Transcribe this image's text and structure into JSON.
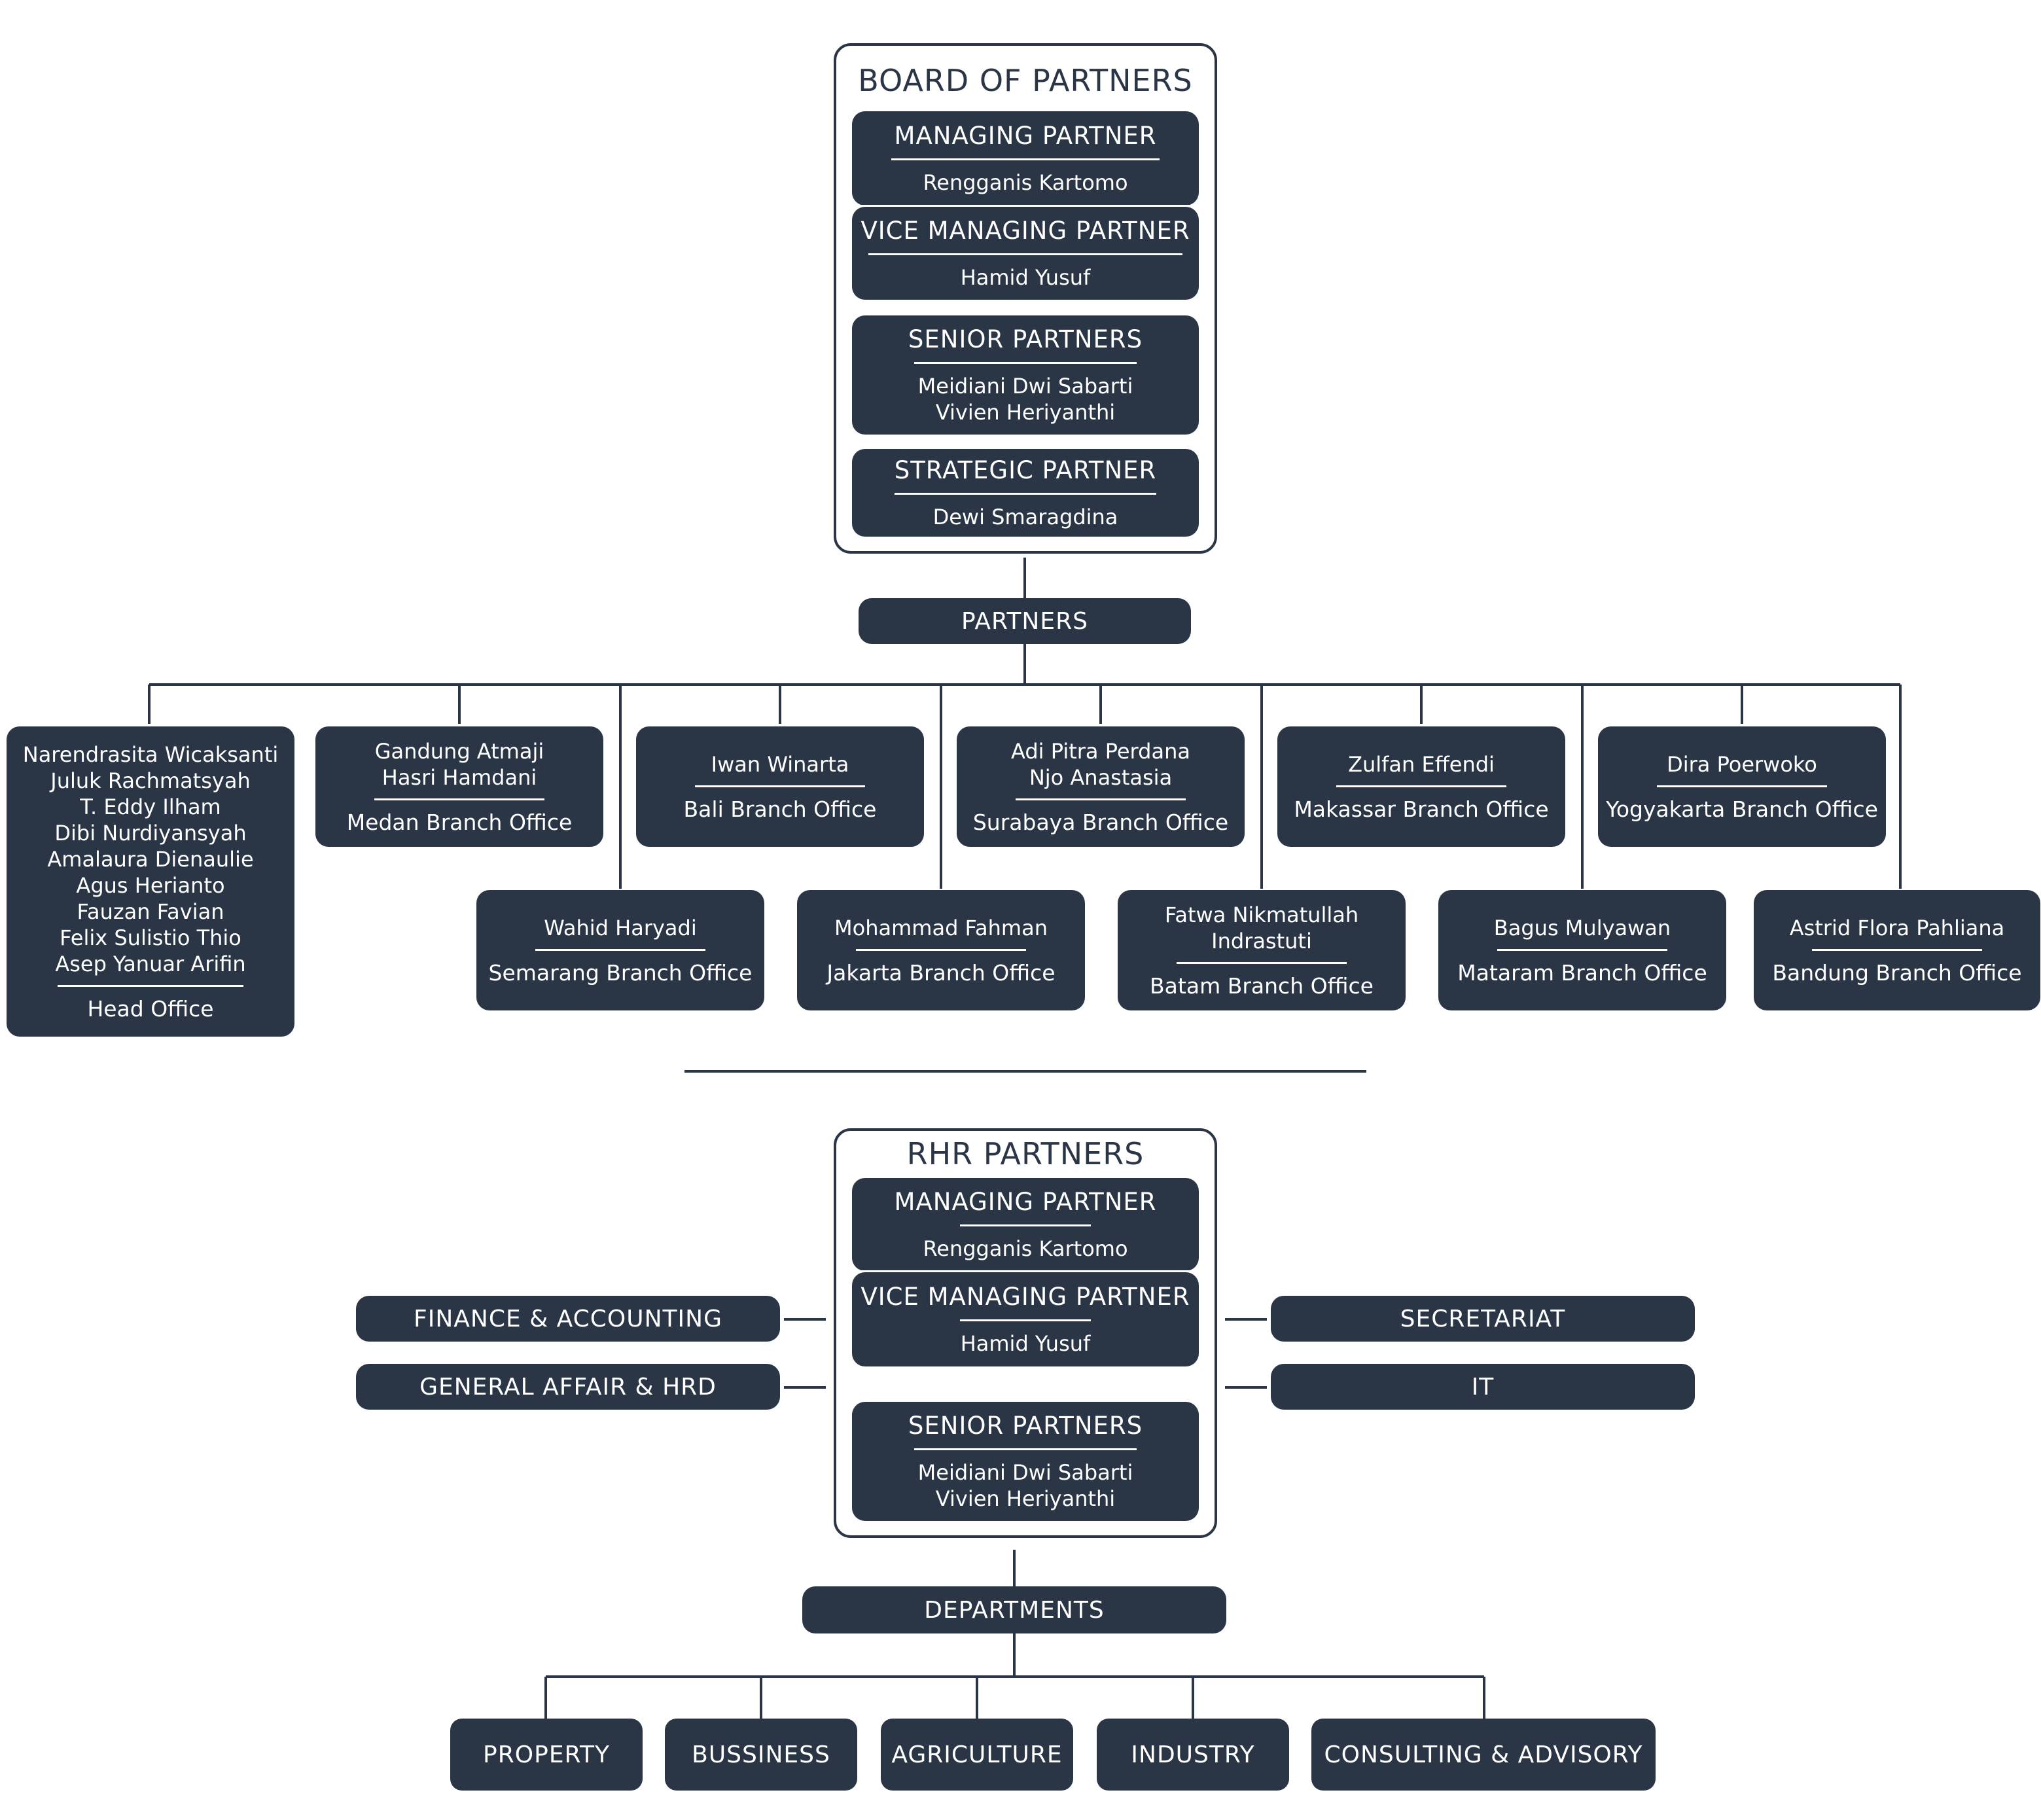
{
  "board": {
    "title": "BOARD OF PARTNERS",
    "managing_role": "MANAGING PARTNER",
    "managing_name": "Rengganis Kartomo",
    "vice_role": "VICE MANAGING PARTNER",
    "vice_name": "Hamid Yusuf",
    "senior_role": "SENIOR PARTNERS",
    "senior_names": [
      "Meidiani Dwi Sabarti",
      "Vivien Heriyanthi"
    ],
    "strategic_role": "STRATEGIC PARTNER",
    "strategic_name": "Dewi Smaragdina"
  },
  "partners_label": "PARTNERS",
  "offices": [
    {
      "names": [
        "Narendrasita Wicaksanti",
        "Juluk Rachmatsyah",
        "T. Eddy Ilham",
        "Dibi Nurdiyansyah",
        "Amalaura Dienaulie",
        "Agus Herianto",
        "Fauzan Favian",
        "Felix Sulistio Thio",
        "Asep Yanuar Arifin"
      ],
      "office": "Head Office"
    },
    {
      "names": [
        "Gandung Atmaji",
        "Hasri Hamdani"
      ],
      "office": "Medan Branch Office"
    },
    {
      "names": [
        "Iwan Winarta"
      ],
      "office": "Bali Branch Office"
    },
    {
      "names": [
        "Adi Pitra Perdana",
        "Njo Anastasia"
      ],
      "office": "Surabaya Branch Office"
    },
    {
      "names": [
        "Zulfan Effendi"
      ],
      "office": "Makassar Branch Office"
    },
    {
      "names": [
        "Dira Poerwoko"
      ],
      "office": "Yogyakarta Branch Office"
    },
    {
      "names": [
        "Wahid Haryadi"
      ],
      "office": "Semarang Branch Office"
    },
    {
      "names": [
        "Mohammad Fahman"
      ],
      "office": "Jakarta Branch Office"
    },
    {
      "names": [
        "Fatwa Nikmatullah",
        "Indrastuti"
      ],
      "office": "Batam Branch Office"
    },
    {
      "names": [
        "Bagus Mulyawan"
      ],
      "office": "Mataram Branch Office"
    },
    {
      "names": [
        "Astrid Flora Pahliana"
      ],
      "office": "Bandung Branch Office"
    }
  ],
  "rhr": {
    "title": "RHR PARTNERS",
    "managing_role": "MANAGING PARTNER",
    "managing_name": "Rengganis Kartomo",
    "vice_role": "VICE MANAGING PARTNER",
    "vice_name": "Hamid Yusuf",
    "senior_role": "SENIOR PARTNERS",
    "senior_names": [
      "Meidiani Dwi Sabarti",
      "Vivien Heriyanthi"
    ]
  },
  "support_units": {
    "left": [
      "FINANCE & ACCOUNTING",
      "GENERAL AFFAIR & HRD"
    ],
    "right": [
      "SECRETARIAT",
      "IT"
    ]
  },
  "departments_label": "DEPARTMENTS",
  "departments": [
    "PROPERTY",
    "BUSSINESS",
    "AGRICULTURE",
    "INDUSTRY",
    "CONSULTING & ADVISORY"
  ],
  "colors": {
    "navy": "#2a3546",
    "background": "#ffffff",
    "text_on_navy": "#ffffff"
  }
}
